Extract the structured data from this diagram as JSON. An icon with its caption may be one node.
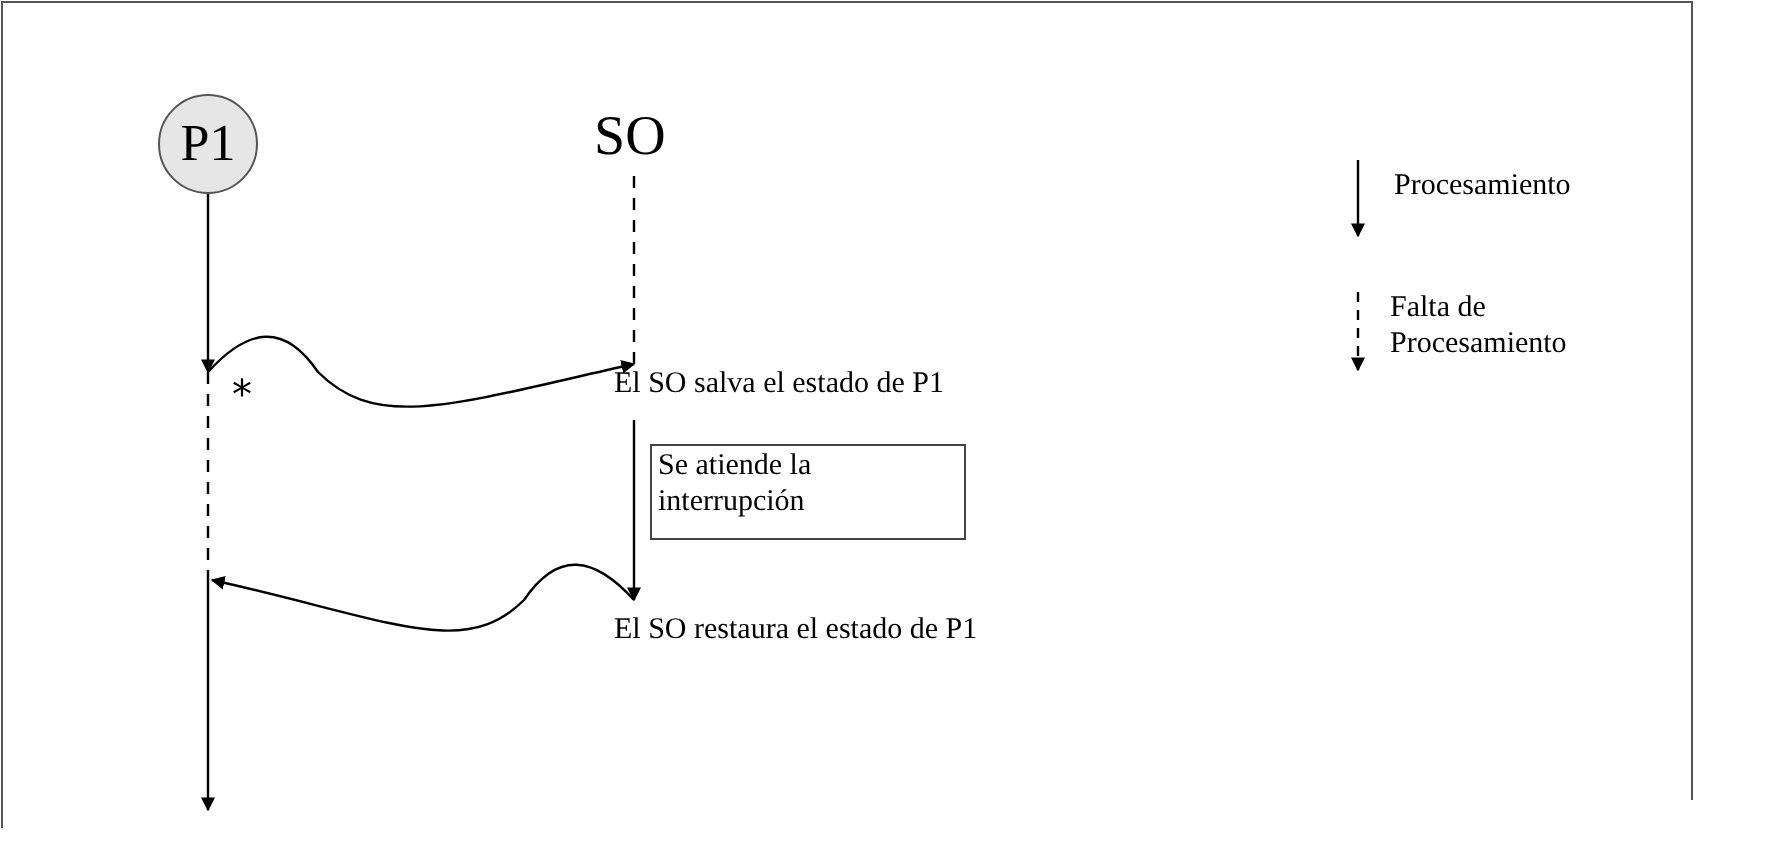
{
  "diagram": {
    "nodes": [
      {
        "text": [
          "P1"
        ]
      },
      {
        "text": [
          "SO"
        ]
      },
      {
        "text": [
          "*"
        ]
      },
      {
        "text": [
          "El SO salva el estado de P1"
        ]
      },
      {
        "text": [
          "Se atiende la interrupción"
        ]
      },
      {
        "text": [
          "El SO restaura el estado de P1"
        ]
      }
    ],
    "edges": [
      {
        "from": 0,
        "to": 2,
        "arrow": "to"
      },
      {
        "from": 1,
        "to": 3,
        "arrow": "none",
        "style": "dashed"
      },
      {
        "from": 2,
        "to": 3,
        "arrow": "to"
      },
      {
        "from": 3,
        "to": 5,
        "arrow": "to"
      },
      {
        "from": 2,
        "to": null,
        "arrow": "none",
        "style": "dashed"
      },
      {
        "from": 5,
        "to": null,
        "arrow": "to"
      }
    ],
    "legend": [
      {
        "text": "Procesamiento"
      },
      {
        "text": "Falta de Procesamiento"
      }
    ]
  }
}
